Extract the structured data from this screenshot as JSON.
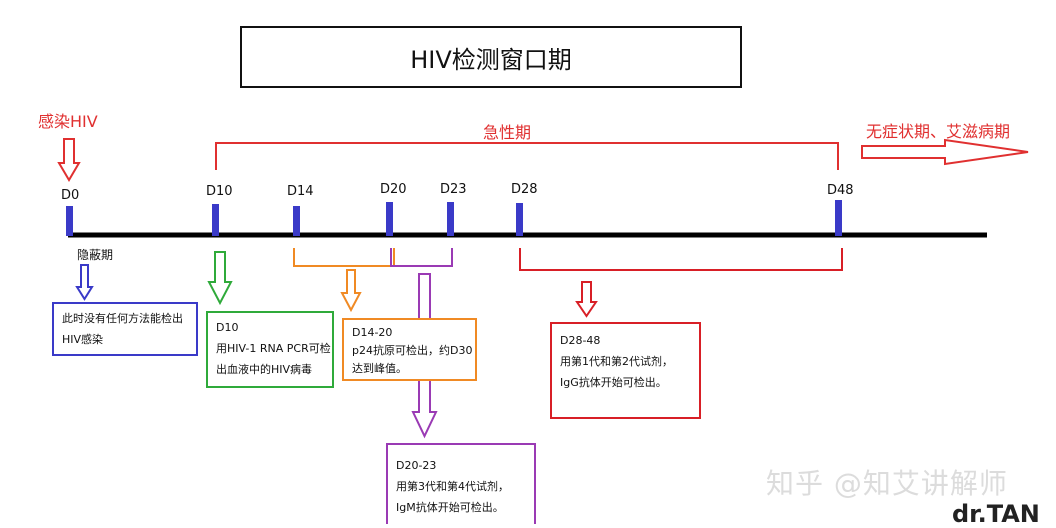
{
  "title": "HIV检测窗口期",
  "top_labels": {
    "infection": "感染HIV",
    "acute": "急性期",
    "chronic": "无症状期、艾滋病期"
  },
  "days": [
    "D0",
    "D10",
    "D14",
    "D20",
    "D23",
    "D28",
    "D48"
  ],
  "hidden_period": "隐蔽期",
  "boxes": {
    "d0": {
      "lines": [
        "此时没有任何方法能检出",
        "HIV感染"
      ]
    },
    "d10": {
      "lines": [
        "D10",
        "用HIV-1 RNA PCR可检",
        "出血液中的HIV病毒"
      ]
    },
    "d14": {
      "lines": [
        "D14-20",
        "p24抗原可检出，约D30",
        "达到峰值。"
      ]
    },
    "d20": {
      "lines": [
        "D20-23",
        "用第3代和第4代试剂，",
        "IgM抗体开始可检出。"
      ]
    },
    "d28": {
      "lines": [
        "D28-48",
        "用第1代和第2代试剂，",
        "IgG抗体开始可检出。"
      ]
    }
  },
  "watermark": "知乎 @知艾讲解师",
  "signature": "dr.TAN",
  "colors": {
    "red": "#e03030",
    "blue": "#3a3ac8",
    "green": "#2faa3a",
    "orange": "#f08a24",
    "purple": "#9a3ab4",
    "dark_red": "#d81f26"
  }
}
